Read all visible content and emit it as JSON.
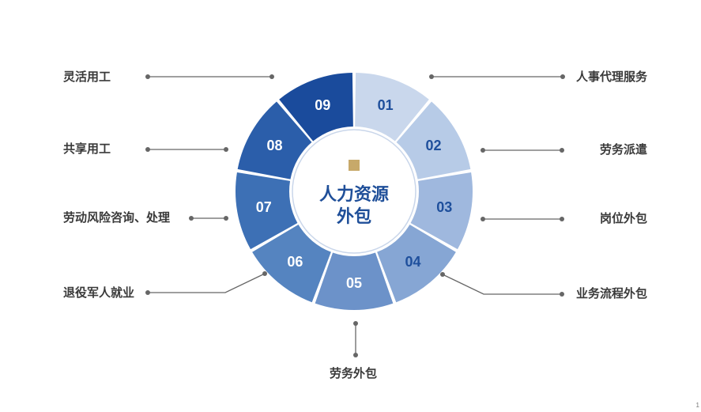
{
  "center": {
    "line1": "人力资源",
    "line2": "外包",
    "square_color": "#c7a96a",
    "title_color": "#1f4f99"
  },
  "segments": [
    {
      "num": "01",
      "label": "人事代理服务",
      "color": "#c9d7ec",
      "num_dark": true
    },
    {
      "num": "02",
      "label": "劳务派遣",
      "color": "#b7cbe7",
      "num_dark": true
    },
    {
      "num": "03",
      "label": "岗位外包",
      "color": "#9fb8de",
      "num_dark": true
    },
    {
      "num": "04",
      "label": "业务流程外包",
      "color": "#86a6d4",
      "num_dark": true
    },
    {
      "num": "05",
      "label": "劳务外包",
      "color": "#6c92c9",
      "num_dark": false
    },
    {
      "num": "06",
      "label": "退役军人就业",
      "color": "#5584c0",
      "num_dark": false
    },
    {
      "num": "07",
      "label": "劳动风险咨询、处理",
      "color": "#3d70b5",
      "num_dark": false
    },
    {
      "num": "08",
      "label": "共享用工",
      "color": "#2b5eaa",
      "num_dark": false
    },
    {
      "num": "09",
      "label": "灵活用工",
      "color": "#1a4b9c",
      "num_dark": false
    }
  ],
  "colors": {
    "connector": "#666666",
    "ring_outline": "#e6ebf3"
  },
  "page_marker": "1"
}
